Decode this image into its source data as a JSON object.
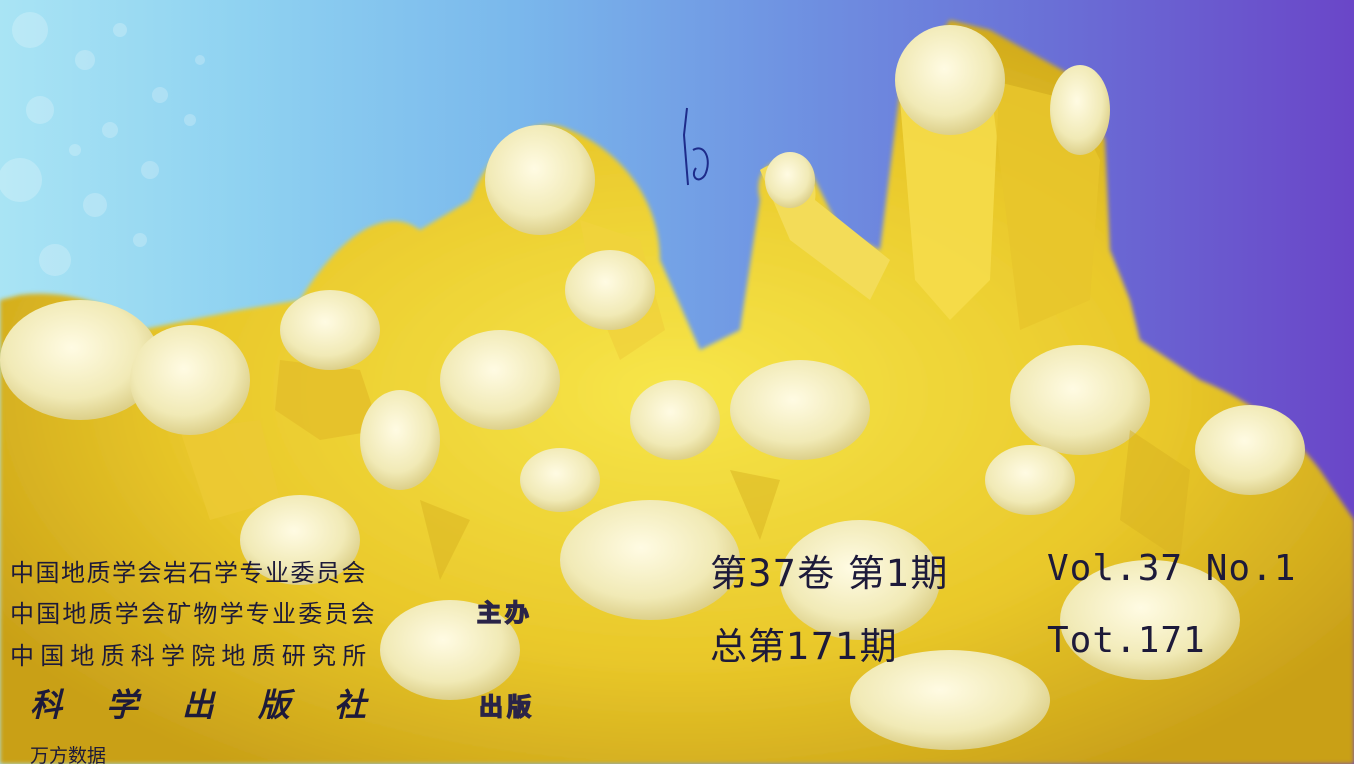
{
  "cover": {
    "organizers": [
      "中国地质学会岩石学专业委员会",
      "中国地质学会矿物学专业委员会",
      "中国地质科学院地质研究所"
    ],
    "sponsor_label": "主办",
    "publisher": "科学出版社",
    "publish_label": "出版",
    "watermark": "万方数据",
    "issue": {
      "volume_cn": "第37卷  第1期",
      "volume_en": "Vol.37 No.1",
      "total_cn": "总第171期",
      "total_en": "Tot.171"
    }
  }
}
